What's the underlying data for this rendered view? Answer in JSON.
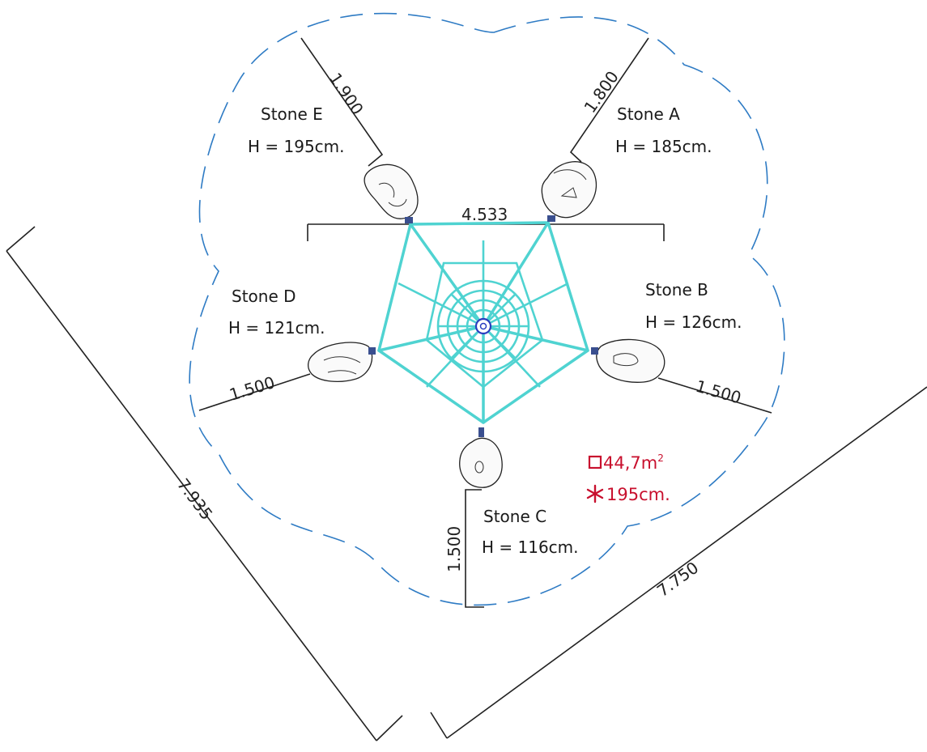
{
  "stones": {
    "a": {
      "name": "Stone A",
      "height": "H = 185cm.",
      "distance": "1.800"
    },
    "b": {
      "name": "Stone B",
      "height": "H = 126cm.",
      "distance": "1.500"
    },
    "c": {
      "name": "Stone C",
      "height": "H = 116cm.",
      "distance": "1.500"
    },
    "d": {
      "name": "Stone D",
      "height": "H = 121cm.",
      "distance": "1.500"
    },
    "e": {
      "name": "Stone E",
      "height": "H = 195cm.",
      "distance": "1.900"
    }
  },
  "dimensions": {
    "span_top": "4.533",
    "overall_left": "7.935",
    "overall_right": "7.750"
  },
  "summary": {
    "area": "44,7m",
    "area_unit_sup": "2",
    "max_fall_height": "195cm."
  },
  "colors": {
    "net": "#4fd3d1",
    "boundary": "#2e7bc4",
    "summary": "#c8102e"
  }
}
